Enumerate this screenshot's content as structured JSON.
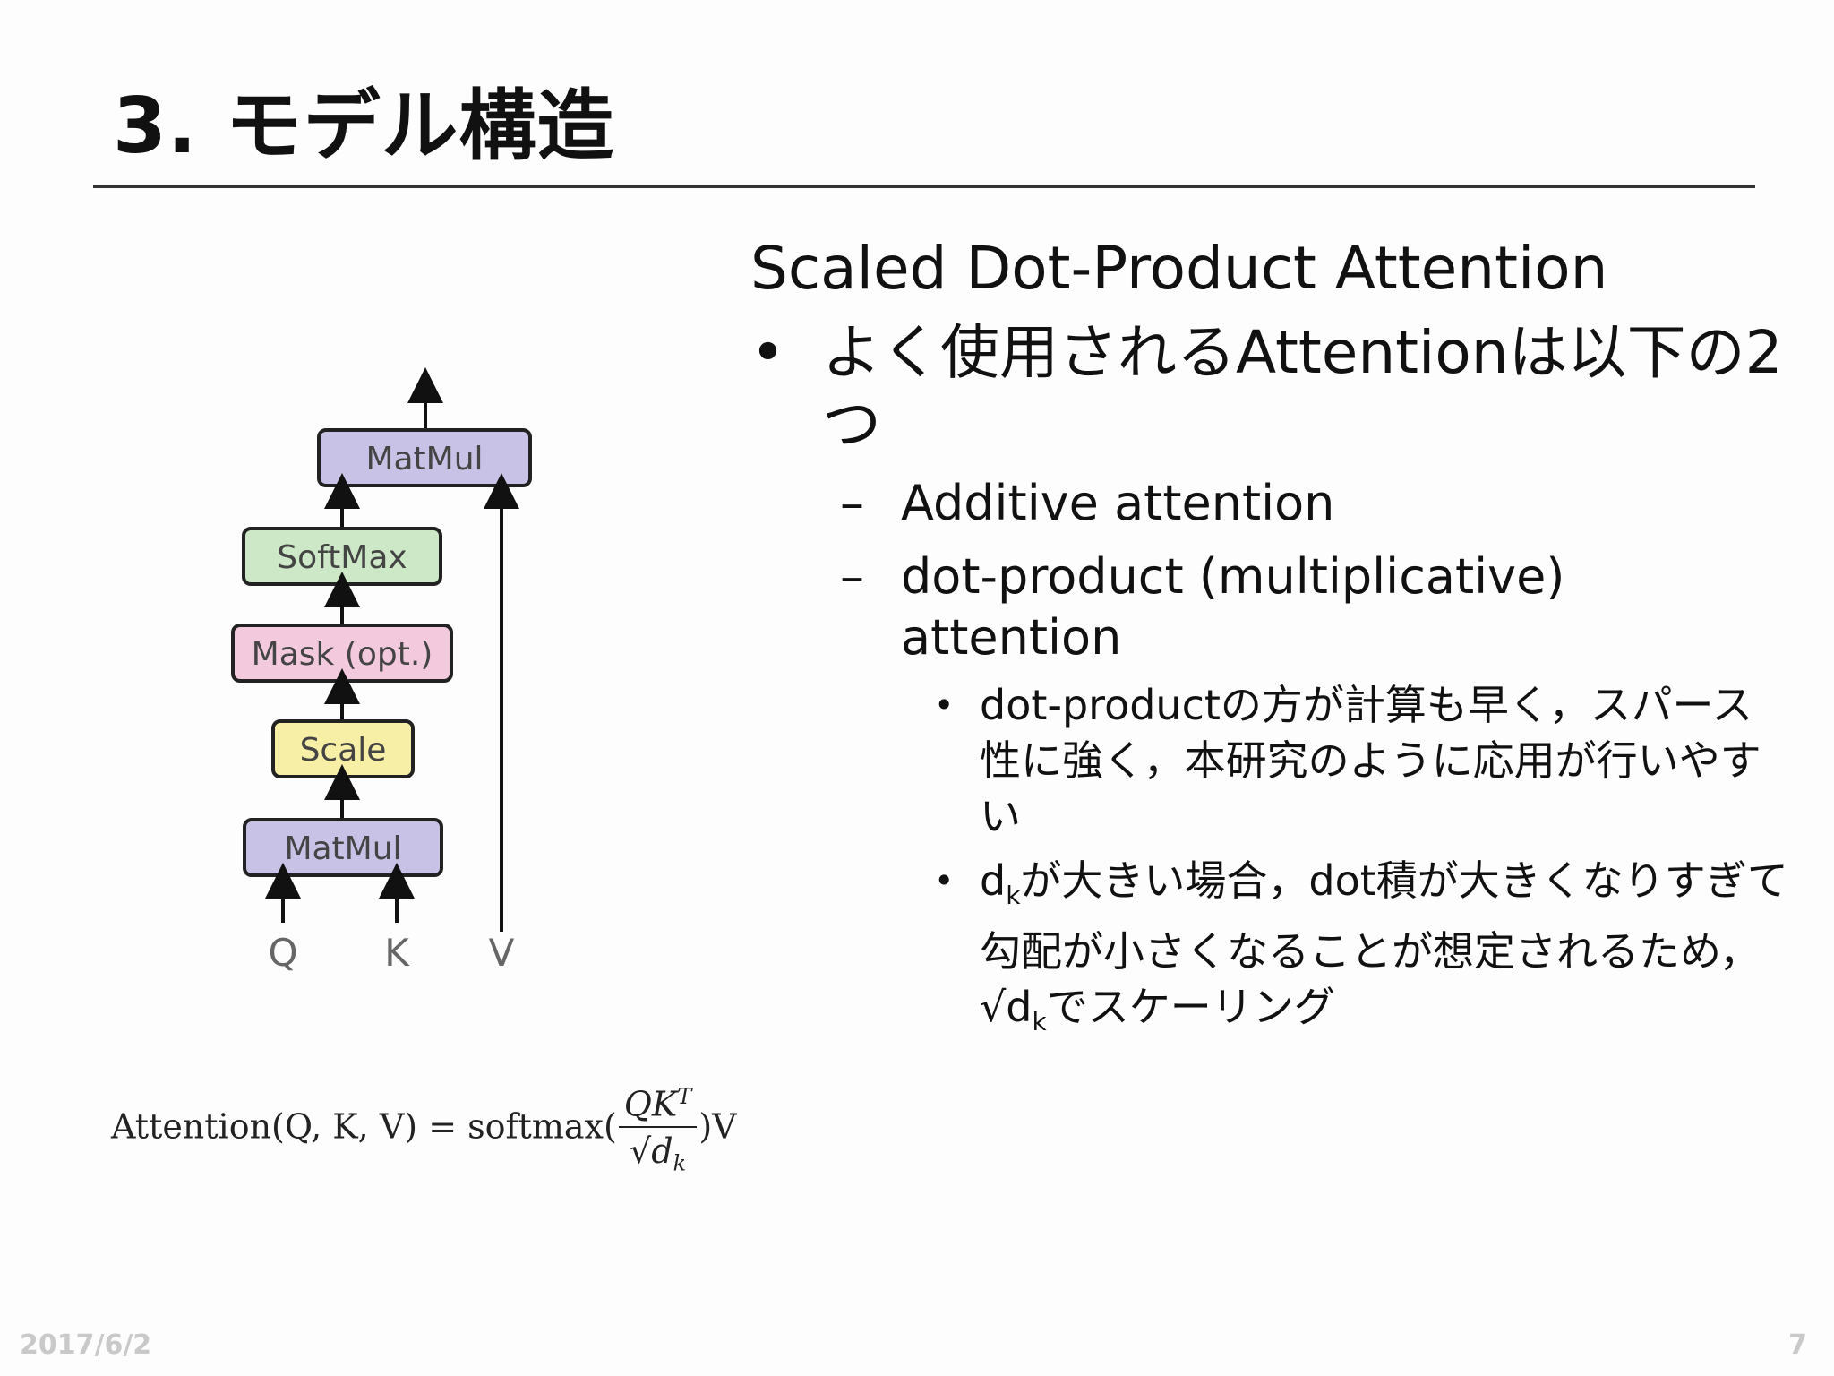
{
  "title": "3. モデル構造",
  "heading": "Scaled Dot-Product Attention",
  "bullet1": {
    "symbol": "•",
    "text": "よく使用されるAttentionは以下の2つ"
  },
  "sub_bullets": [
    {
      "symbol": "–",
      "text": "Additive attention"
    },
    {
      "symbol": "–",
      "text": "dot-product (multiplicative) attention"
    }
  ],
  "third_bullets": [
    {
      "symbol": "•",
      "text": "dot-productの方が計算も早く，スパース性に強く，本研究のように応用が行いやすい"
    },
    {
      "symbol": "•",
      "prefix": "d",
      "sub": "k",
      "mid": "が大きい場合，dot積が大きくなりすぎて勾配が小さくなることが想定されるため，√d",
      "sub2": "k",
      "suffix": "でスケーリング"
    }
  ],
  "diagram": {
    "boxes": [
      {
        "label": "MatMul",
        "color": "#c8c3e6"
      },
      {
        "label": "SoftMax",
        "color": "#cde8c7"
      },
      {
        "label": "Mask (opt.)",
        "color": "#f2c9dd"
      },
      {
        "label": "Scale",
        "color": "#f7efa6"
      },
      {
        "label": "MatMul",
        "color": "#c8c3e6"
      }
    ],
    "inputs": [
      "Q",
      "K",
      "V"
    ]
  },
  "formula": {
    "lhs": "Attention(Q, K, V) = softmax(",
    "numerator": "QK",
    "numerator_sup": "T",
    "denominator": "√d",
    "denominator_sub": "k",
    "rhs": ")V"
  },
  "footer": {
    "date": "2017/6/2",
    "page": "7"
  }
}
